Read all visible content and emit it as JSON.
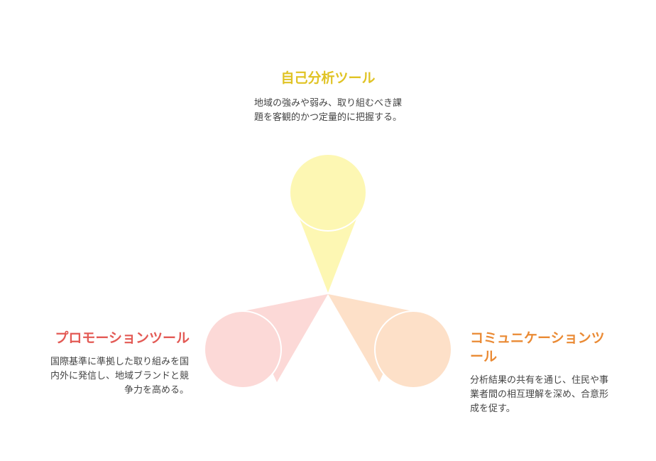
{
  "colors": {
    "top_fill": "#fdf7b3",
    "top_title": "#e0c324",
    "left_fill": "#fcd9d7",
    "left_title": "#e35a55",
    "right_fill": "#fde0c8",
    "right_title": "#ea8a34",
    "outline": "#ffffff"
  },
  "tools": {
    "top": {
      "title": "自己分析ツール",
      "description": "地域の強みや弱み、取り組むべき課題を客観的かつ定量的に把握する。"
    },
    "left": {
      "title": "プロモーションツール",
      "description": "国際基準に準拠した取り組みを国内外に発信し、地域ブランドと競争力を高める。"
    },
    "right": {
      "title": "コミュニケーションツール",
      "description": "分析結果の共有を通じ、住民や事業者間の相互理解を深め、合意形成を促す。"
    }
  }
}
